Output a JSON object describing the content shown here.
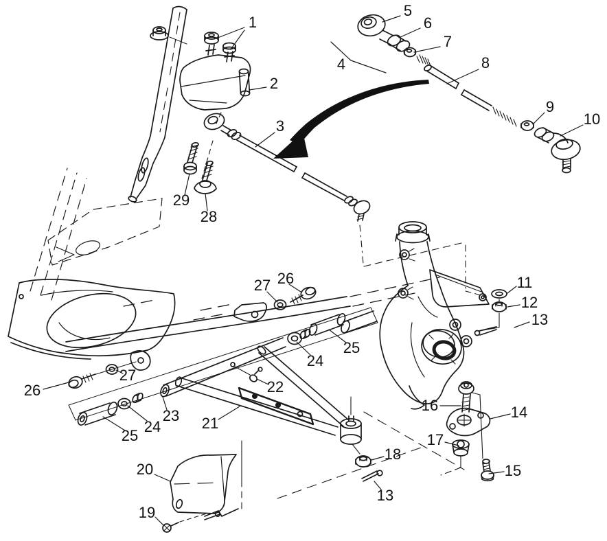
{
  "colors": {
    "ink": "#1a1a1a",
    "background": "#ffffff"
  },
  "callouts": {
    "c1": "1",
    "c2": "2",
    "c3": "3",
    "c4": "4",
    "c5": "5",
    "c6": "6",
    "c7": "7",
    "c8": "8",
    "c9": "9",
    "c10": "10",
    "c11": "11",
    "c12": "12",
    "c13a": "13",
    "c13b": "13",
    "c14": "14",
    "c15": "15",
    "c16": "16",
    "c17": "17",
    "c18": "18",
    "c19": "19",
    "c20": "20",
    "c21": "21",
    "c22": "22",
    "c23": "23",
    "c24a": "24",
    "c24b": "24",
    "c25a": "25",
    "c25b": "25",
    "c26a": "26",
    "c26b": "26",
    "c27a": "27",
    "c27b": "27",
    "c28": "28",
    "c29": "29"
  }
}
